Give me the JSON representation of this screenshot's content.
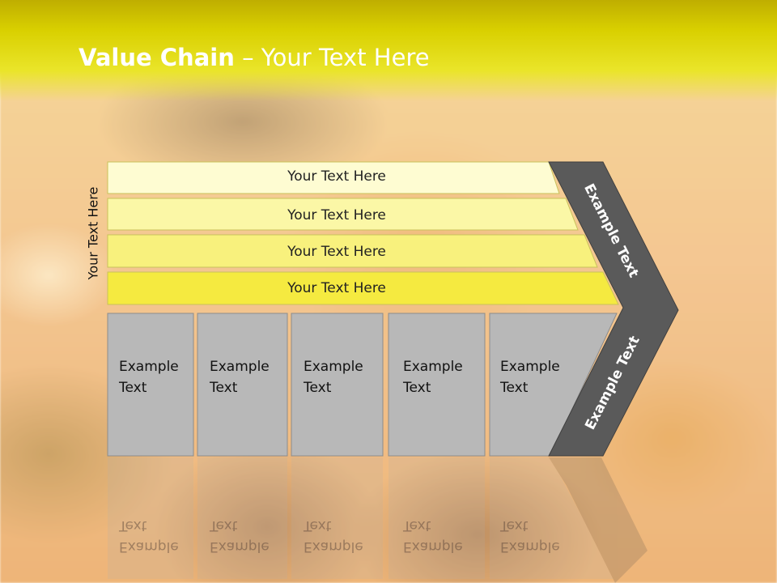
{
  "slide": {
    "title_bold": "Value Chain",
    "title_rest": " – Your Text Here",
    "side_label": "Your Text Here"
  },
  "bars": [
    {
      "label": "Your Text Here",
      "color": "#fefcd2"
    },
    {
      "label": "Your Text Here",
      "color": "#fbf7a6"
    },
    {
      "label": "Your Text Here",
      "color": "#f8f17d"
    },
    {
      "label": "Your Text Here",
      "color": "#f5ea40"
    }
  ],
  "columns": [
    {
      "line1": "Example",
      "line2": "Text"
    },
    {
      "line1": "Example",
      "line2": "Text"
    },
    {
      "line1": "Example",
      "line2": "Text"
    },
    {
      "line1": "Example",
      "line2": "Text"
    },
    {
      "line1": "Example",
      "line2": "Text"
    }
  ],
  "chevron": {
    "upper_label": "Example Text",
    "lower_label": "Example Text",
    "color": "#5a5a5a"
  },
  "colors": {
    "topbar": "#d9d000",
    "column_fill": "#b8b8b8",
    "column_border": "#8c8c8c"
  }
}
